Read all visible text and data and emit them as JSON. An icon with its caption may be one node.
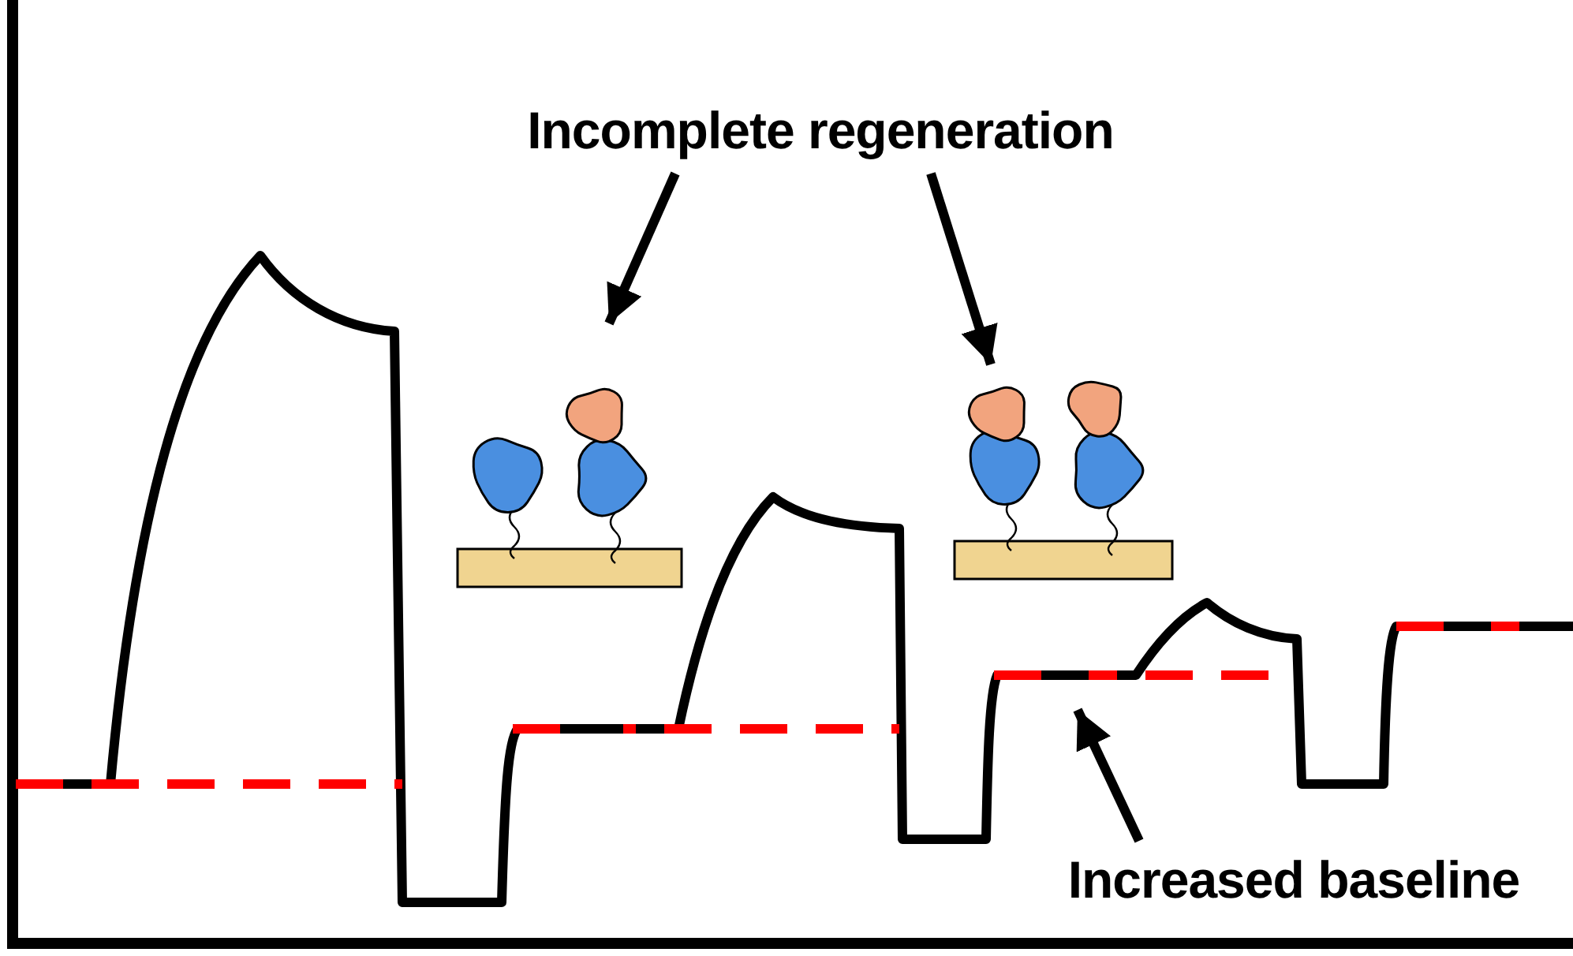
{
  "diagram": {
    "nodes": [
      {
        "text": [
          "Incomplete regeneration"
        ]
      },
      {
        "text": [],
        "shape": "picture"
      },
      {
        "text": [],
        "shape": "picture"
      },
      {
        "text": [
          "Increased baseline"
        ]
      }
    ],
    "edges": [
      {
        "from": 0,
        "to": 1,
        "arrow": "to"
      },
      {
        "from": 0,
        "to": 2,
        "arrow": "to"
      },
      {
        "from": 3,
        "to": null,
        "arrow": "to"
      }
    ]
  }
}
